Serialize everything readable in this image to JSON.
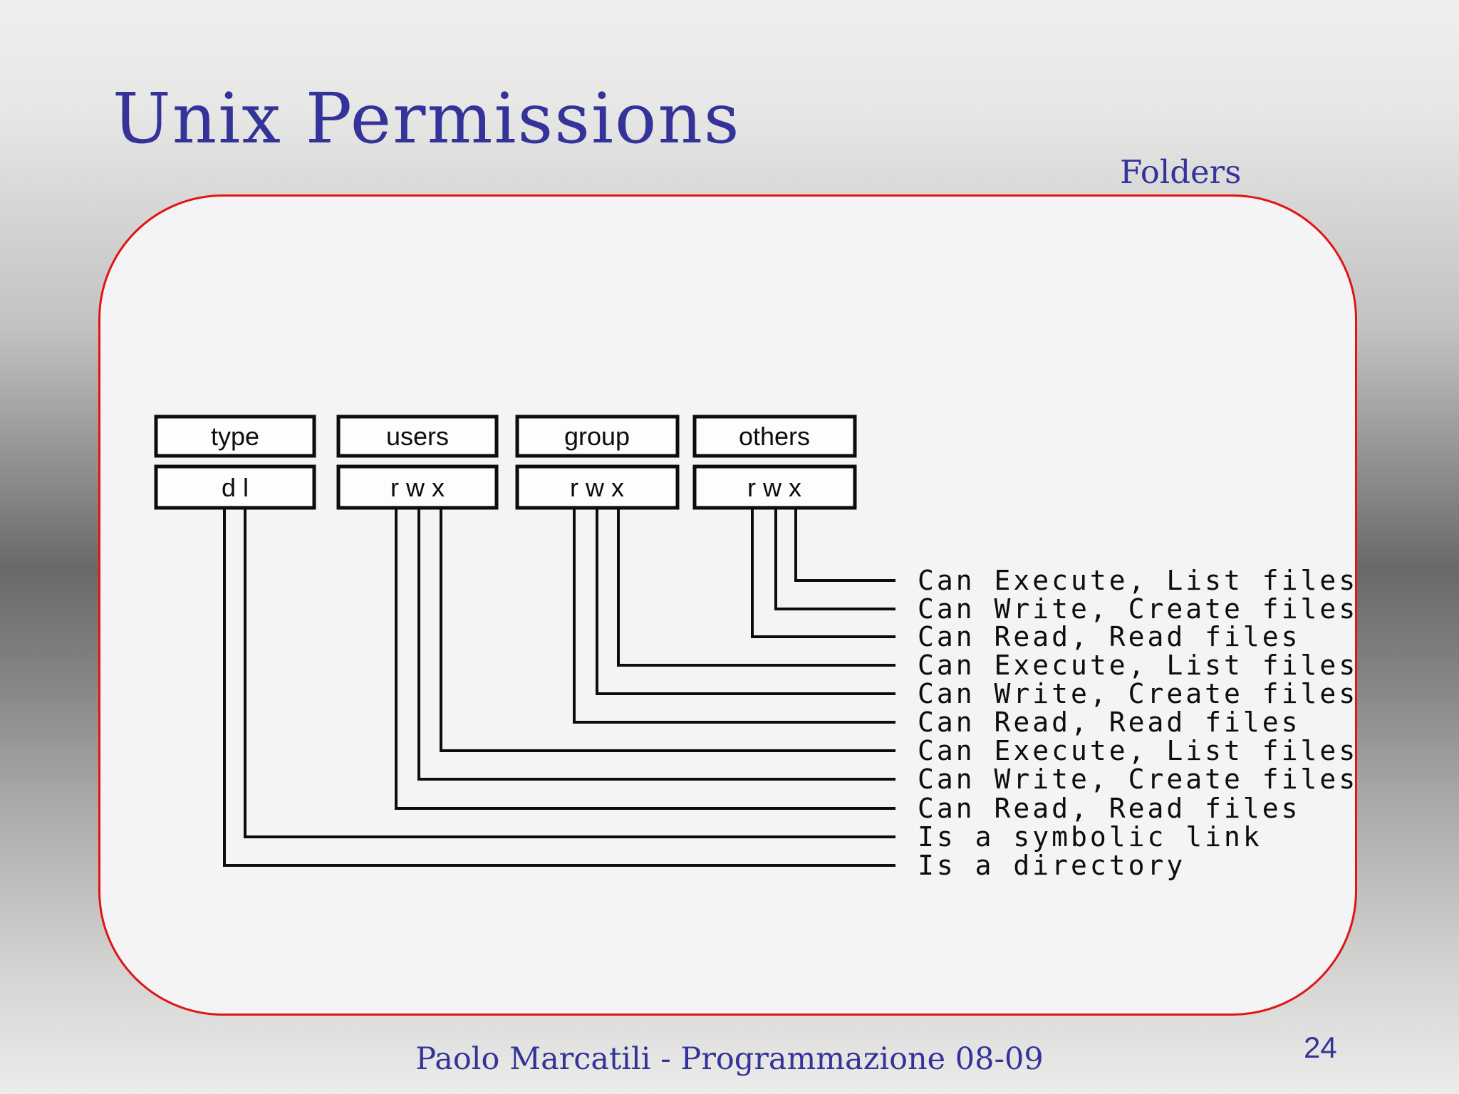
{
  "slide": {
    "title": "Unix Permissions",
    "corner_label": "Folders",
    "footer": "Paolo Marcatili - Programmazione 08-09",
    "page_number": "24"
  },
  "colors": {
    "accent_blue": "#333399",
    "frame_red": "#e11511",
    "diagram_black": "#0d0d0d",
    "panel_fill": "#f4f3f5"
  },
  "diagram": {
    "columns": [
      {
        "header": "type",
        "value": "d l"
      },
      {
        "header": "users",
        "value": "r w x"
      },
      {
        "header": "group",
        "value": "r w x"
      },
      {
        "header": "others",
        "value": "r w x"
      }
    ],
    "rows": [
      {
        "source": "others-x",
        "label": "Can Execute, List files"
      },
      {
        "source": "others-w",
        "label": "Can Write, Create files"
      },
      {
        "source": "others-r",
        "label": "Can Read, Read files"
      },
      {
        "source": "group-x",
        "label": "Can Execute, List files"
      },
      {
        "source": "group-w",
        "label": "Can Write, Create files"
      },
      {
        "source": "group-r",
        "label": "Can Read, Read files"
      },
      {
        "source": "users-x",
        "label": "Can Execute, List files"
      },
      {
        "source": "users-w",
        "label": "Can Write, Create files"
      },
      {
        "source": "users-r",
        "label": "Can Read, Read files"
      },
      {
        "source": "type-l",
        "label": "Is a symbolic link"
      },
      {
        "source": "type-d",
        "label": "Is a directory"
      }
    ]
  }
}
